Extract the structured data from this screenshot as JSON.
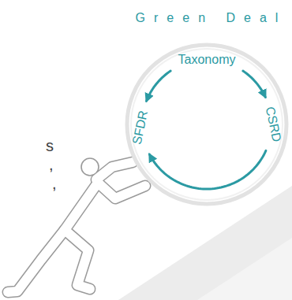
{
  "diagram": {
    "nodes": [
      {
        "text": [
          "Green Deal"
        ]
      },
      {
        "text": [
          "Taxonomy"
        ],
        "in": 0
      },
      {
        "text": [
          "CSRD"
        ],
        "in": 0
      },
      {
        "text": [
          "SFDR"
        ],
        "in": 0
      }
    ],
    "edges": [
      {
        "from": 1,
        "to": 2,
        "arrow": "to"
      },
      {
        "from": 1,
        "to": 3,
        "arrow": "to"
      },
      {
        "from": 2,
        "to": 3,
        "arrow": "to"
      }
    ],
    "labels": [
      "s",
      ",",
      ","
    ]
  }
}
